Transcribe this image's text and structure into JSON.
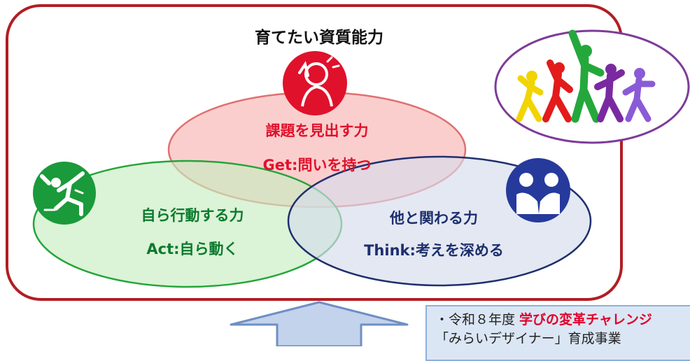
{
  "title": "育てたい資質能力",
  "circles": {
    "red": {
      "line1": "課題を見出す力",
      "line2": "Get:問いを持つ",
      "color": "#e0112b"
    },
    "green": {
      "line1": "自ら行動する力",
      "line2": "Act:自ら動く",
      "color": "#0b7a2e"
    },
    "blue": {
      "line1": "他と関わる力",
      "line2": "Think:考えを深める",
      "color": "#1c2f6e"
    }
  },
  "icons": {
    "top": "thinking-person-icon",
    "left": "dancing-person-icon",
    "right": "two-people-talking-icon",
    "group": "group-of-people-cheering-icon"
  },
  "note": {
    "line1_prefix": "・令和８年度 ",
    "line1_highlight": "学びの変革チャレンジ",
    "line2": "「みらいデザイナー」育成事業"
  }
}
